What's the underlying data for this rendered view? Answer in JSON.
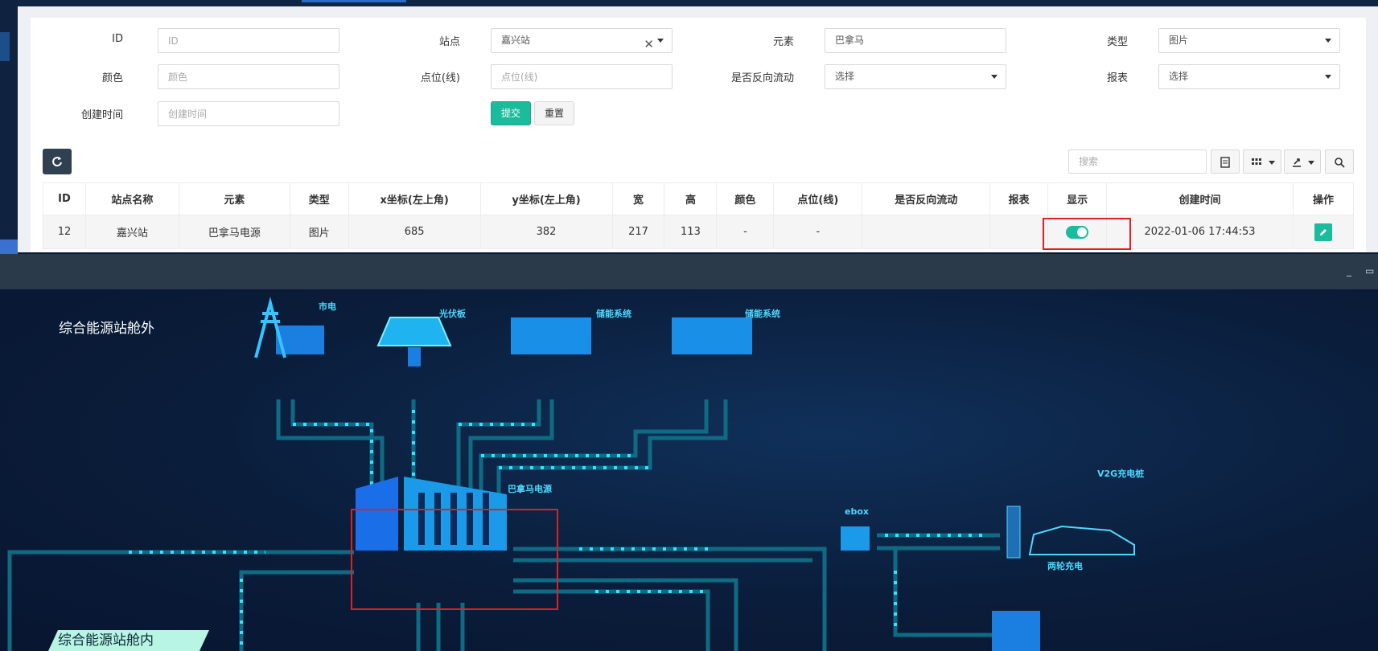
{
  "form": {
    "id_label": "ID",
    "id_placeholder": "ID",
    "station_label": "站点",
    "station_value": "嘉兴站",
    "element_label": "元素",
    "element_value": "巴拿马",
    "type_label": "类型",
    "type_value": "图片",
    "color_label": "颜色",
    "color_placeholder": "颜色",
    "point_label": "点位(线)",
    "point_placeholder": "点位(线)",
    "reverse_label": "是否反向流动",
    "reverse_value": "选择",
    "report_label": "报表",
    "report_value": "选择",
    "created_label": "创建时间",
    "created_placeholder": "创建时间",
    "submit_label": "提交",
    "reset_label": "重置"
  },
  "toolbar": {
    "search_placeholder": "搜索"
  },
  "table": {
    "headers": [
      "ID",
      "站点名称",
      "元素",
      "类型",
      "x坐标(左上角)",
      "y坐标(左上角)",
      "宽",
      "高",
      "颜色",
      "点位(线)",
      "是否反向流动",
      "报表",
      "显示",
      "创建时间",
      "操作"
    ],
    "rows": [
      {
        "id": "12",
        "station": "嘉兴站",
        "element": "巴拿马电源",
        "type": "图片",
        "x": "685",
        "y": "382",
        "w": "217",
        "h": "113",
        "color": "-",
        "point": "-",
        "reverse": "",
        "report": "",
        "display_on": true,
        "created": "2022-01-06 17:44:53"
      }
    ]
  },
  "canvas": {
    "outside_title": "综合能源站舱外",
    "inside_title": "综合能源站舱内",
    "labels": {
      "grid": "市电",
      "pv": "光伏板",
      "storage1": "储能系统",
      "storage2": "储能系统",
      "panama": "巴拿马电源",
      "ebox": "ebox",
      "v2g": "V2G充电桩",
      "two_wheel": "两轮充电"
    }
  },
  "window": {
    "minimize": "_",
    "maximize": "▭"
  },
  "colors": {
    "accent": "#1abc9c",
    "pipe": "#0f6a84",
    "dot": "#2ee6ff",
    "highlight": "#e02020"
  }
}
